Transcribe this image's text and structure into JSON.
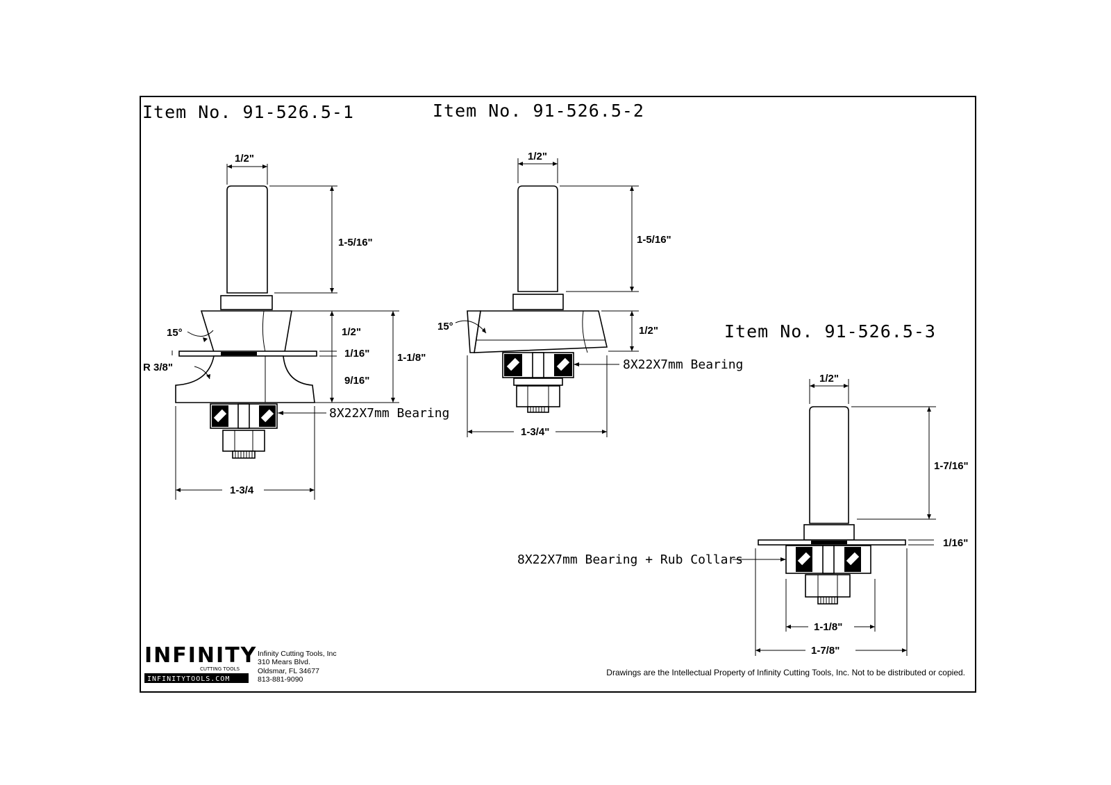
{
  "items": [
    {
      "title": "Item No. 91-526.5-1",
      "dims": {
        "shank_dia": "1/2\"",
        "shank_len": "1-5/16\"",
        "angle": "15°",
        "upper": "1/2\"",
        "gap": "1/16\"",
        "lower": "9/16\"",
        "overall_h": "1-1/8\"",
        "radius": "R 3/8\"",
        "width": "1-3/4"
      },
      "bearing": "8X22X7mm Bearing"
    },
    {
      "title": "Item No. 91-526.5-2",
      "dims": {
        "shank_dia": "1/2\"",
        "shank_len": "1-5/16\"",
        "angle": "15°",
        "cut_h": "1/2\"",
        "width": "1-3/4\""
      },
      "bearing": "8X22X7mm Bearing"
    },
    {
      "title": "Item No. 91-526.5-3",
      "dims": {
        "shank_dia": "1/2\"",
        "shank_len": "1-7/16\"",
        "blade_t": "1/16\"",
        "inner_w": "1-1/8\"",
        "outer_w": "1-7/8\""
      },
      "bearing": "8X22X7mm Bearing + Rub Collars"
    }
  ],
  "company": {
    "logo": "INFINITY",
    "logo_sub": "CUTTING TOOLS",
    "url": "INFINITYTOOLS.COM",
    "name": "Infinity Cutting Tools, Inc",
    "street": "310 Mears Blvd.",
    "city": "Oldsmar, FL  34677",
    "phone": "813-881-9090"
  },
  "footer": "Drawings are the Intellectual Property of Infinity Cutting Tools, Inc. Not to be distributed or copied."
}
